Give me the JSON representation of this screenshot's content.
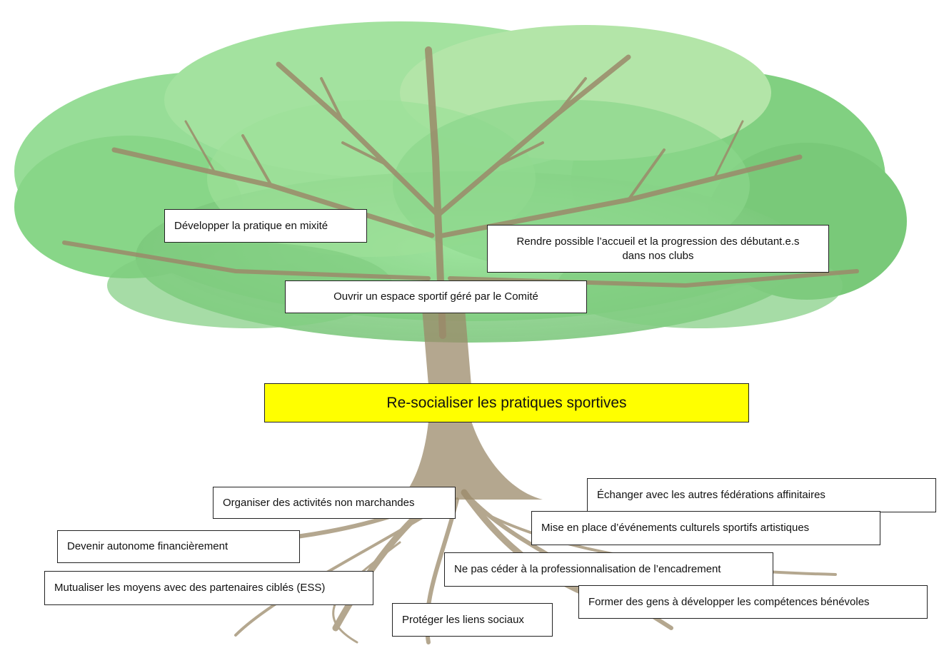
{
  "main_goal": "Re-socialiser les pratiques sportives",
  "colors": {
    "main_goal_fill": "#ffff00",
    "foliage": "#6fcf6f",
    "trunk": "#9b8a6a"
  },
  "branches": {
    "mixite": "Développer la pratique en mixité",
    "accueil": "Rendre possible l’accueil et la progression des débutant.e.s dans nos clubs",
    "espace": "Ouvrir un espace sportif géré par le Comité"
  },
  "roots": {
    "activites": "Organiser des activités non marchandes",
    "echanger": "Échanger avec les autres fédérations affinitaires",
    "evenements": "Mise en place d’événements culturels sportifs artistiques",
    "autonome": "Devenir autonome financièrement",
    "professionnalisation": "Ne pas céder à la professionnalisation de l’encadrement",
    "mutualiser": "Mutualiser les moyens avec des partenaires ciblés (ESS)",
    "former": "Former des gens à développer les compétences bénévoles",
    "liens": "Protéger les liens sociaux"
  }
}
